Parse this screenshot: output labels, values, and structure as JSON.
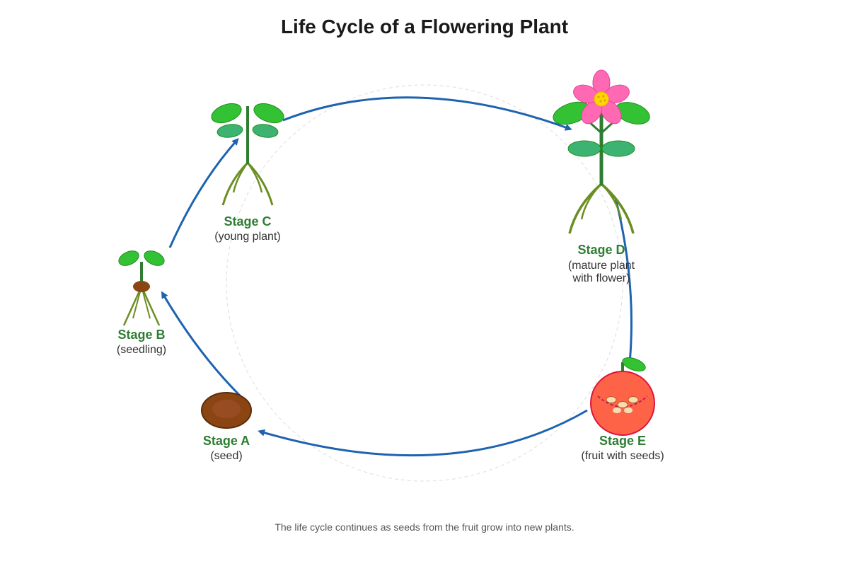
{
  "title": "Life Cycle of a Flowering Plant",
  "stages": [
    {
      "label": "Stage A",
      "description": "(seed)",
      "icon": "seed-icon"
    },
    {
      "label": "Stage B",
      "description": "(seedling)",
      "icon": "seedling-icon"
    },
    {
      "label": "Stage C",
      "description": "(young plant)",
      "icon": "young-plant-icon"
    },
    {
      "label": "Stage D",
      "description_line1": "(mature plant",
      "description_line2": "with flower)",
      "icon": "flowering-plant-icon"
    },
    {
      "label": "Stage E",
      "description": "(fruit with seeds)",
      "icon": "fruit-icon"
    }
  ],
  "footnote": "The life cycle continues as seeds from the fruit grow into new plants.",
  "colors": {
    "arrow": "#1e63b0",
    "stage_label": "#2e7d32",
    "stem": "#2e7d32",
    "leaf": "#33c233",
    "root": "#6b8e23",
    "seed": "#8b4513",
    "petal": "#ff69b4",
    "fruit": "#ff6347"
  }
}
